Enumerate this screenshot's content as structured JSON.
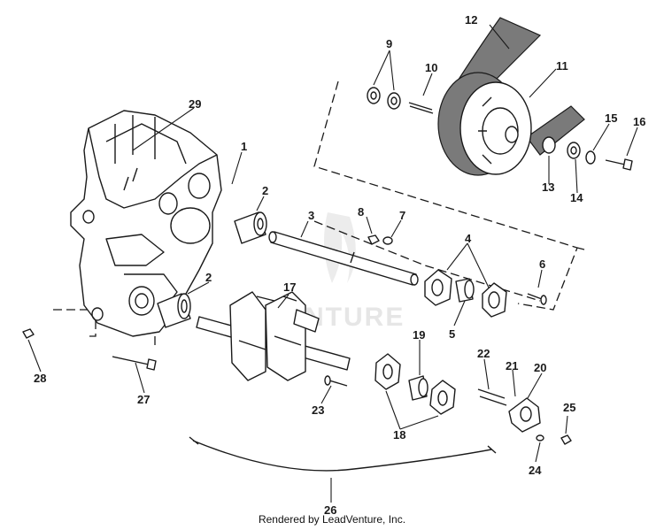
{
  "diagram": {
    "callouts": [
      "1",
      "2",
      "2",
      "3",
      "4",
      "5",
      "6",
      "7",
      "8",
      "9",
      "10",
      "11",
      "12",
      "13",
      "14",
      "15",
      "16",
      "17",
      "18",
      "19",
      "20",
      "21",
      "22",
      "23",
      "24",
      "25",
      "26",
      "27",
      "28",
      "29"
    ],
    "watermark": "VENTURE",
    "footer": "Rendered by LeadVenture, Inc."
  }
}
